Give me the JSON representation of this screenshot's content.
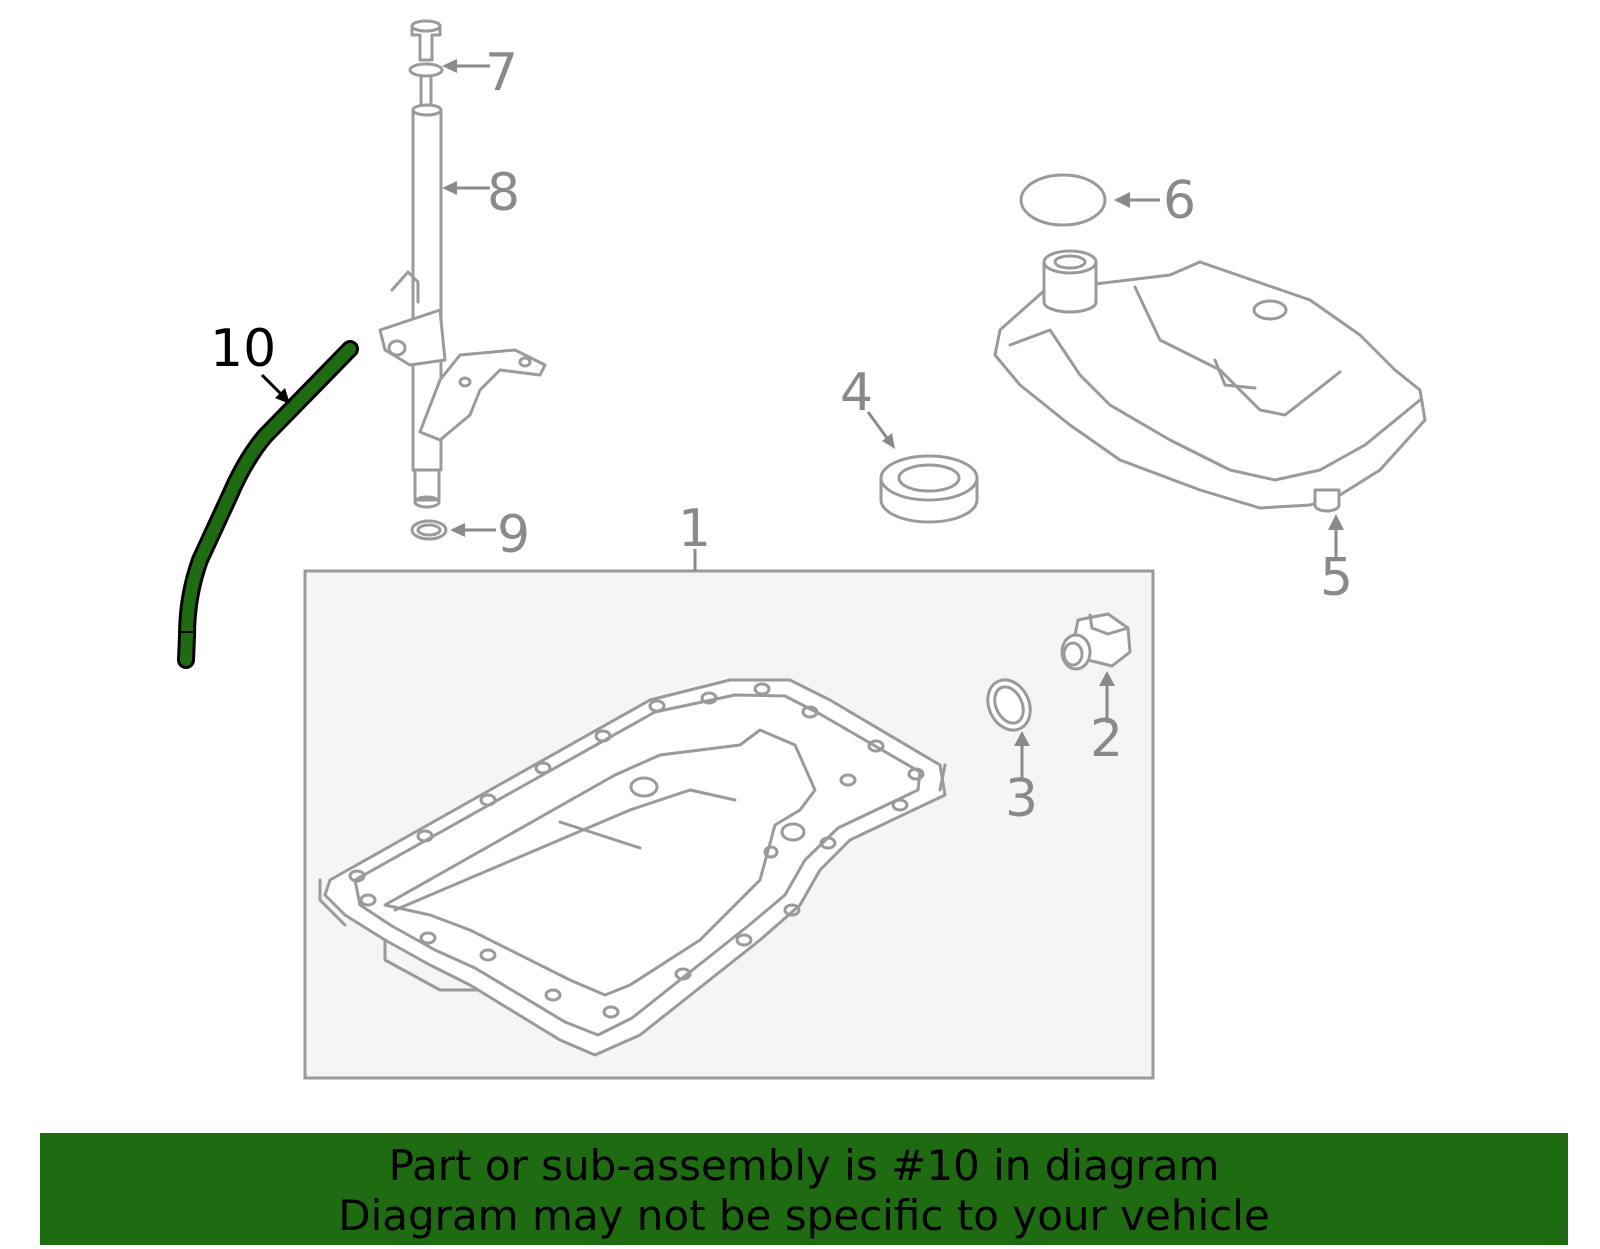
{
  "callouts": {
    "c1": "1",
    "c2": "2",
    "c3": "3",
    "c4": "4",
    "c5": "5",
    "c6": "6",
    "c7": "7",
    "c8": "8",
    "c9": "9",
    "c10": "10"
  },
  "highlighted_part": "10",
  "colors": {
    "highlight": "#1e6b12",
    "line": "#9a9a9a",
    "box_fill": "#f5f5f5"
  },
  "banner": {
    "line1": "Part or sub-assembly is #10 in diagram",
    "line2": "Diagram may not be specific to your vehicle"
  }
}
